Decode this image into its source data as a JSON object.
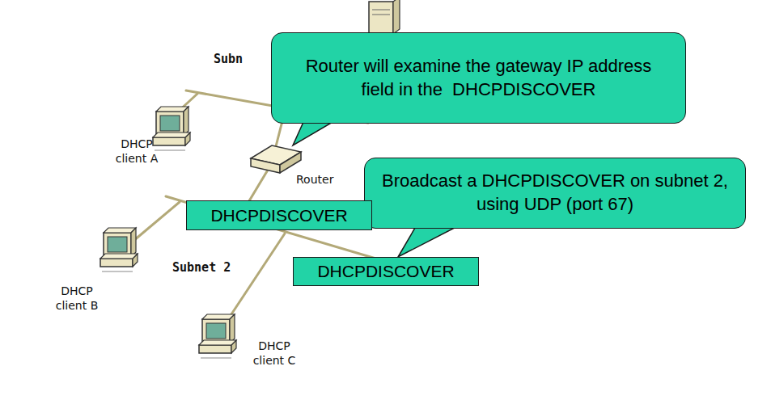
{
  "diagram": {
    "nodes": [
      {
        "text": [
          "Router will examine the gateway IP address field in the  DHCPDISCOVER"
        ]
      },
      {
        "text": [
          "Broadcast a DHCPDISCOVER on subnet 2, using UDP (port 67)"
        ]
      },
      {
        "text": [
          "DHCPDISCOVER"
        ]
      },
      {
        "text": [
          "DHCPDISCOVER"
        ]
      }
    ],
    "labels": [
      "Subn",
      "DHCP client A",
      "Router",
      "DHCP client B",
      "Subnet 2",
      "DHCP client C"
    ]
  }
}
